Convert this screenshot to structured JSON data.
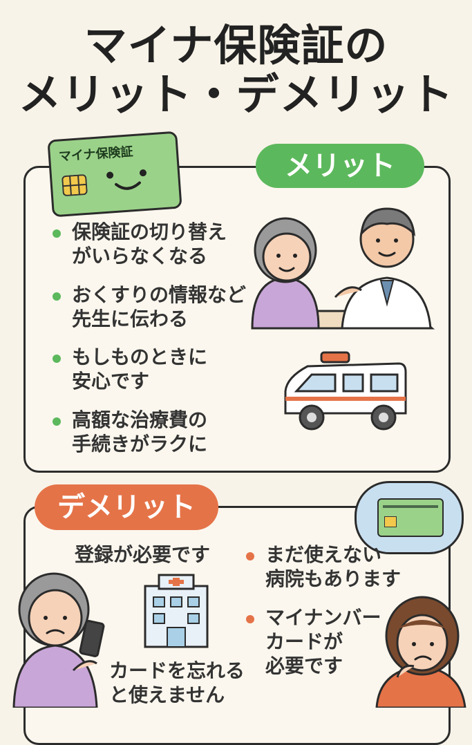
{
  "title": {
    "line1": "マイナ保険証の",
    "line2": "メリット・デメリット"
  },
  "card": {
    "label": "マイナ保険証"
  },
  "merit": {
    "header": "メリット",
    "items": [
      {
        "line1": "保険証の切り替え",
        "line2": "がいらなくなる"
      },
      {
        "line1": "おくすりの情報など",
        "line2": "先生に伝わる"
      },
      {
        "line1": "もしものときに",
        "line2": "安心です"
      },
      {
        "line1": "高額な治療費の",
        "line2": "手続きがラクに"
      }
    ]
  },
  "demerit": {
    "header": "デメリット",
    "registration": "登録が必要です",
    "forget": {
      "line1": "カードを忘れる",
      "line2": "と使えません"
    },
    "items": [
      {
        "line1": "まだ使えない",
        "line2": "病院もあります"
      },
      {
        "line1": "マイナンバー",
        "line2": "カードが",
        "line3": "必要です"
      }
    ]
  },
  "colors": {
    "merit": "#5cb85c",
    "demerit": "#e57348",
    "card": "#9bd28a",
    "background": "#f8f3e8"
  }
}
